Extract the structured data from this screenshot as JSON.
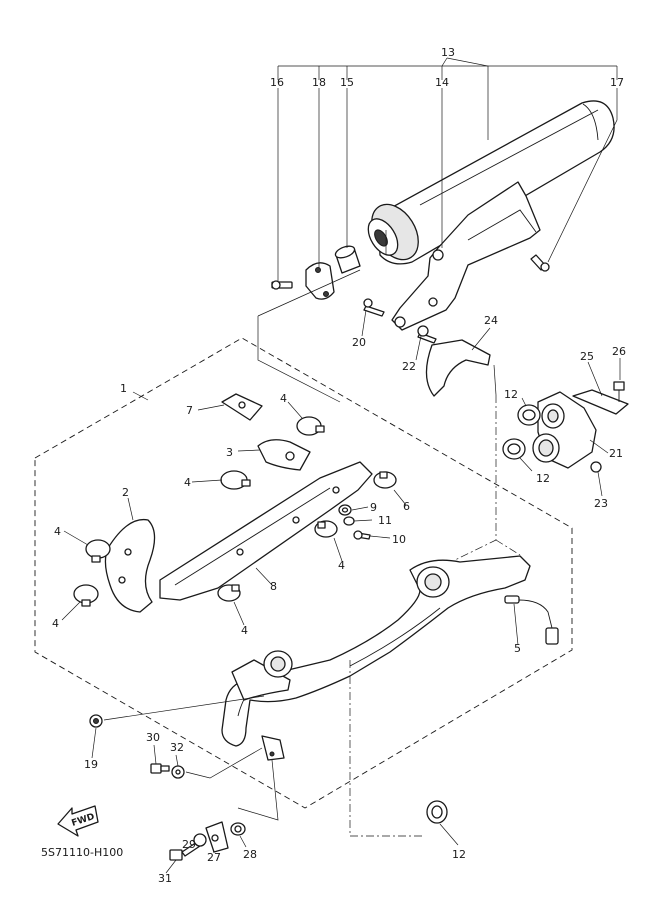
{
  "diagram": {
    "code": "5S71110-H100",
    "direction_label": "FWD"
  },
  "callouts": {
    "c1": "1",
    "c2": "2",
    "c3": "3",
    "c4a": "4",
    "c4b": "4",
    "c4c": "4",
    "c4d": "4",
    "c4e": "4",
    "c4f": "4",
    "c5": "5",
    "c6": "6",
    "c7": "7",
    "c8": "8",
    "c9": "9",
    "c10": "10",
    "c11": "11",
    "c12a": "12",
    "c12b": "12",
    "c12c": "12",
    "c13": "13",
    "c14": "14",
    "c15": "15",
    "c16": "16",
    "c17": "17",
    "c18": "18",
    "c19": "19",
    "c20": "20",
    "c21": "21",
    "c22": "22",
    "c23": "23",
    "c24": "24",
    "c25": "25",
    "c26": "26",
    "c27": "27",
    "c28": "28",
    "c29": "29",
    "c30": "30",
    "c31": "31",
    "c32": "32"
  }
}
